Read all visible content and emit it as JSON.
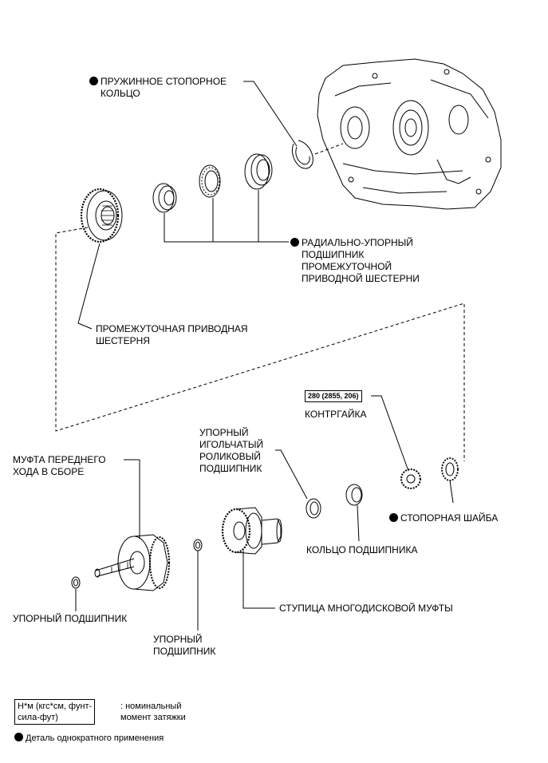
{
  "labels": {
    "snap_ring": [
      "ПРУЖИННОЕ СТОПОРНОЕ",
      "КОЛЬЦО"
    ],
    "radial_bearing": [
      "РАДИАЛЬНО-УПОРНЫЙ",
      "ПОДШИПНИК",
      "ПРОМЕЖУТОЧНОЙ",
      "ПРИВОДНОЙ ШЕСТЕРНИ"
    ],
    "idler_gear": [
      "ПРОМЕЖУТОЧНАЯ ПРИВОДНАЯ",
      "ШЕСТЕРНЯ"
    ],
    "torque_value": "280 (2855, 206)",
    "locknut": "КОНТРГАЙКА",
    "needle_bearing": [
      "УПОРНЫЙ",
      "ИГОЛЬЧАТЫЙ",
      "РОЛИКОВЫЙ",
      "ПОДШИПНИК"
    ],
    "forward_clutch": [
      "МУФТА ПЕРЕДНЕГО",
      "ХОДА В СБОРЕ"
    ],
    "lock_washer": "СТОПОРНАЯ ШАЙБА",
    "bearing_ring": "КОЛЬЦО ПОДШИПНИКА",
    "clutch_hub": "СТУПИЦА МНОГОДИСКОВОЙ МУФТЫ",
    "thrust_bearing_left": "УПОРНЫЙ ПОДШИПНИК",
    "thrust_bearing_bottom": [
      "УПОРНЫЙ",
      "ПОДШИПНИК"
    ]
  },
  "legend": {
    "unit_box": [
      "Н*м (кгс*см, фунт-",
      "сила-фут)"
    ],
    "unit_desc": [
      ": номинальный",
      "момент затяжки"
    ],
    "single_use": "Деталь однократного применения"
  }
}
